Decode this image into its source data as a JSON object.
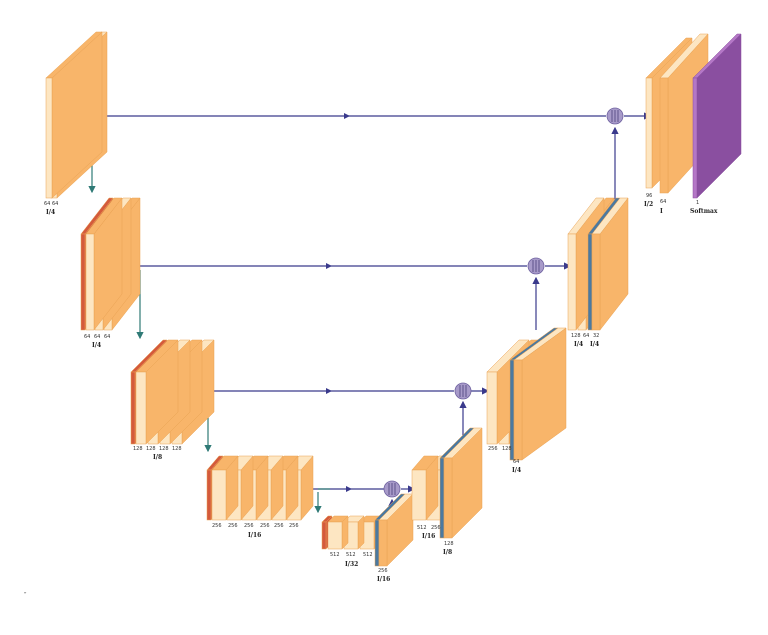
{
  "colors": {
    "conv_face": "#f8b56a",
    "conv_light": "#fde6c2",
    "conv_edge": "#e9a253",
    "pool": "#d45a3c",
    "skip_concat": "#4b79a0",
    "softmax": "#b477c6",
    "softmax_dark": "#8a4fa0",
    "connection": "#3a3a8c",
    "down_arrow": "#2f7a76",
    "concat_node": "#a79ac9"
  },
  "labels": {
    "enc1_channels": "64 64",
    "enc1_scale": "I/4",
    "enc2_channels": [
      "64",
      "64",
      "64"
    ],
    "enc2_scale": "I/4",
    "enc3_channels": [
      "128",
      "128",
      "128",
      "128"
    ],
    "enc3_scale": "I/8",
    "enc4_channels": [
      "256",
      "256",
      "256",
      "256",
      "256",
      "256"
    ],
    "enc4_scale": "I/16",
    "bottom_channels": [
      "512",
      "512",
      "512"
    ],
    "bottom_scale": "I/32",
    "up1_channel": "256",
    "up1_scale": "I/16",
    "dec1_channels": [
      "512",
      "256"
    ],
    "dec1_scale": "I/16",
    "up2_channel": "128",
    "up2_scale": "I/8",
    "dec2_channels": [
      "256",
      "128"
    ],
    "up3_channel": "64",
    "up3_scale": "I/4",
    "dec3_channels": [
      "128",
      "64",
      "32"
    ],
    "dec3_scale_a": "I/4",
    "dec3_scale_b": "I/4",
    "dec4_channels": [
      "96",
      "64"
    ],
    "dec4_scale": "I/2",
    "out_scale": "I",
    "softmax_num": "1",
    "softmax_label": "Softmax",
    "corner_mark": "“"
  }
}
